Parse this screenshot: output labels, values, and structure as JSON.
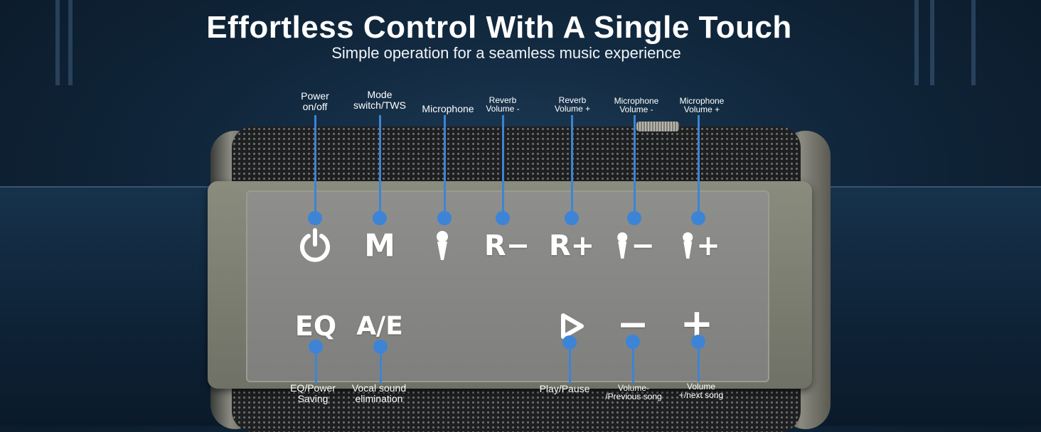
{
  "header": {
    "title": "Effortless Control With A Single Touch",
    "subtitle": "Simple operation for a seamless music experience"
  },
  "top_controls": [
    {
      "label_line1": "Power",
      "label_line2": "on/off",
      "icon": "power-icon"
    },
    {
      "label_line1": "Mode",
      "label_line2": "switch/TWS",
      "glyph": "M"
    },
    {
      "label_line1": "",
      "label_line2": "Microphone",
      "icon": "microphone-icon"
    },
    {
      "label_line1": "Reverb",
      "label_line2": "Volume -",
      "glyph": "R−"
    },
    {
      "label_line1": "Reverb",
      "label_line2": "Volume +",
      "glyph": "R+"
    },
    {
      "label_line1": "Microphone",
      "label_line2": "Volume -",
      "icon": "microphone-minus-icon",
      "glyph": "−"
    },
    {
      "label_line1": "Microphone",
      "label_line2": "Volume +",
      "icon": "microphone-plus-icon",
      "glyph": "+"
    }
  ],
  "bottom_controls": [
    {
      "glyph": "EQ",
      "label_line1": "EQ/Power",
      "label_line2": "Saving"
    },
    {
      "glyph": "A/E",
      "label_line1": "Vocal sound",
      "label_line2": "elimination"
    },
    {
      "icon": "play-icon",
      "label_line1": "Play/Pause",
      "label_line2": ""
    },
    {
      "glyph": "−",
      "label_line1": "Volume-",
      "label_line2": "/Previous song"
    },
    {
      "glyph": "+",
      "label_line1": "Volume",
      "label_line2": "+/next song"
    }
  ],
  "colors": {
    "accent": "#3d84d6",
    "panel": "#8a8b88",
    "background": "#10263b"
  }
}
